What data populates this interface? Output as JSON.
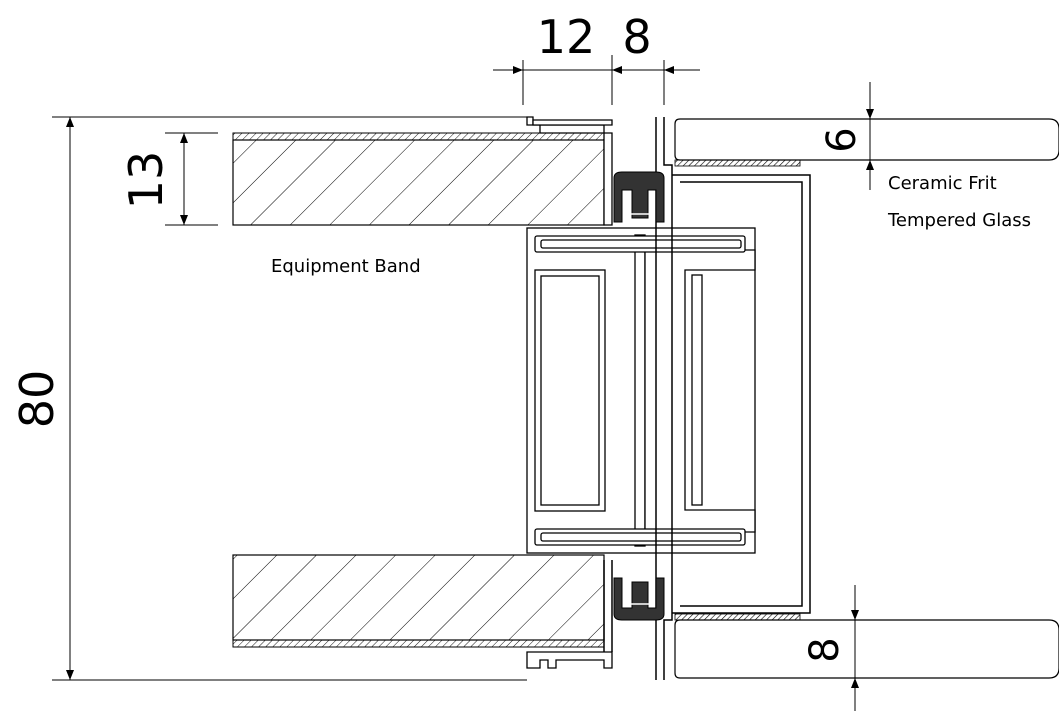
{
  "dimensions": {
    "top_left": "12",
    "top_right": "8",
    "left_height": "80",
    "band_thickness": "13",
    "glass_top": "6",
    "glass_bottom": "8"
  },
  "labels": {
    "equipment_band": "Equipment Band",
    "glass_line1": "Ceramic Frit",
    "glass_line2": "Tempered Glass"
  }
}
